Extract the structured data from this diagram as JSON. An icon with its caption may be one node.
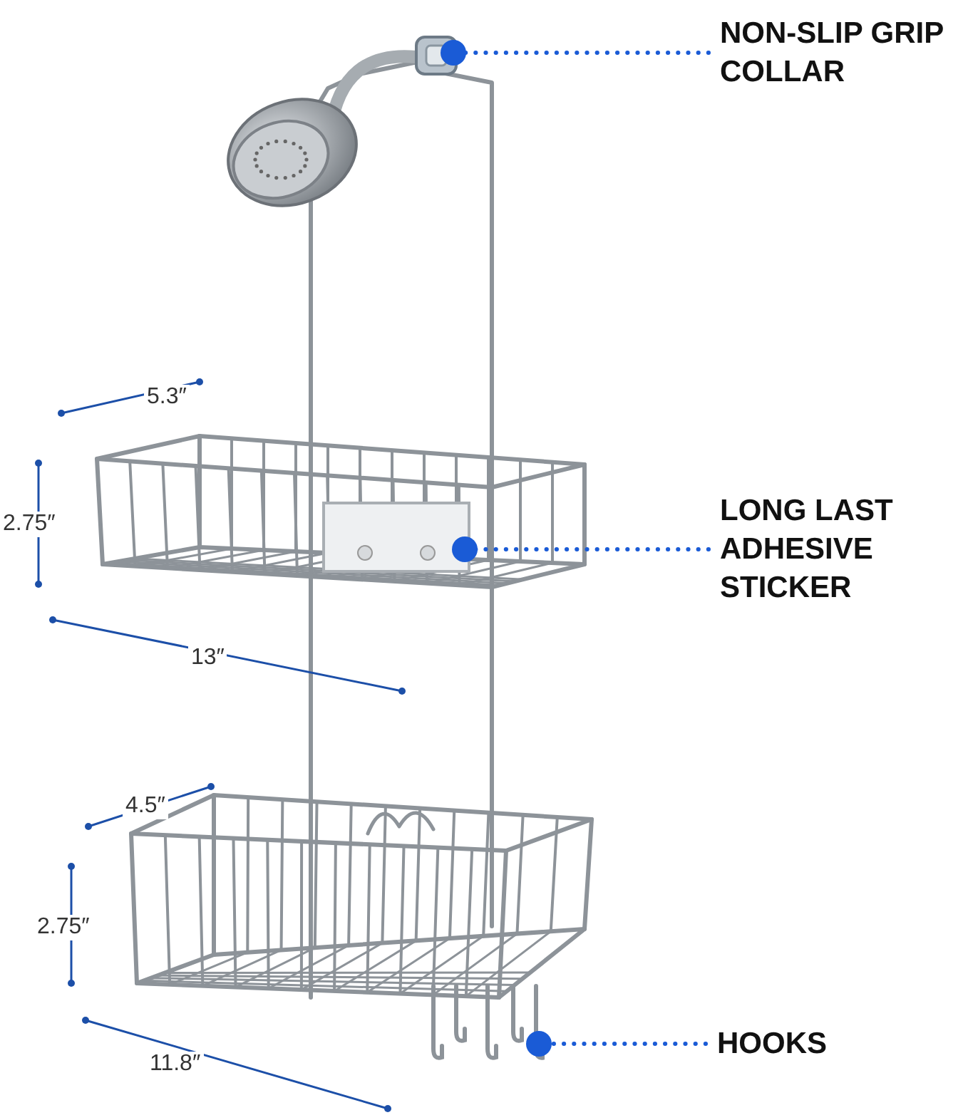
{
  "diagram": {
    "nodes": [
      {
        "text": [
          "NON-SLIP GRIP COLLAR"
        ]
      },
      {
        "text": [],
        "shape": "picture"
      },
      {
        "text": [
          "LONG LAST ADHESIVE STICKER"
        ]
      },
      {
        "text": [],
        "shape": "picture"
      },
      {
        "text": [
          "HOOKS"
        ]
      },
      {
        "text": [],
        "shape": "picture"
      }
    ],
    "edges": [
      {
        "from": 0,
        "to": 1,
        "arrow": "other"
      },
      {
        "from": 2,
        "to": 3,
        "arrow": "other"
      },
      {
        "from": 4,
        "to": 5,
        "arrow": "other"
      }
    ],
    "labels": [
      "5.3″",
      "2.75″",
      "13″",
      "4.5″",
      "2.75″",
      "11.8″"
    ]
  }
}
